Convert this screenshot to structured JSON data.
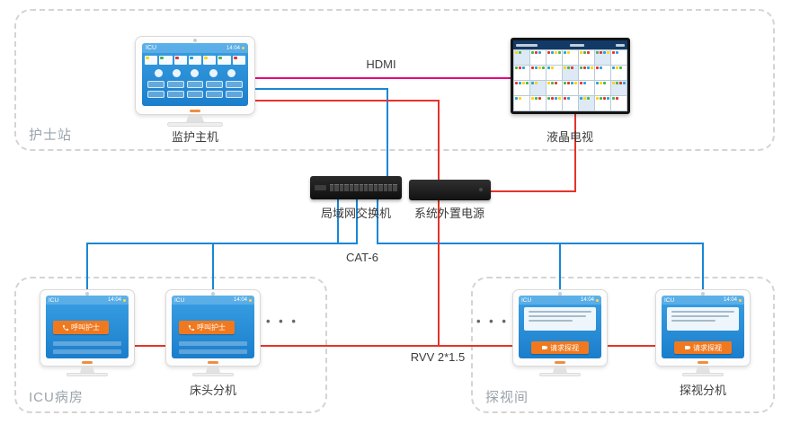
{
  "zones": {
    "nurse_station": "护士站",
    "icu_ward": "ICU病房",
    "visit_room": "探视间"
  },
  "devices": {
    "monitor_host_label": "监护主机",
    "tv_label": "液晶电视",
    "switch_label": "局域网交换机",
    "power_label": "系统外置电源",
    "bedside_label": "床头分机",
    "visitor_label": "探视分机"
  },
  "cables": {
    "hdmi": "HDMI",
    "cat6": "CAT-6",
    "rvv": "RVV 2*1.5"
  },
  "screens": {
    "host": {
      "title": "ICU",
      "time": "14:04"
    },
    "bedside": {
      "title": "ICU",
      "time": "14:04",
      "button": "呼叫护士"
    },
    "visitor": {
      "title": "ICU",
      "time": "14:04",
      "button": "请求探视"
    }
  },
  "ellipsis": "• • •",
  "colors": {
    "network": "#1887d6",
    "power": "#e63329",
    "hdmi": "#e4007f",
    "accent_orange": "#f0791f",
    "screen_top": "#3aa0e4",
    "screen_bottom": "#1b7ecb",
    "board_dots": [
      "#ffd400",
      "#45b54c",
      "#e8332a",
      "#2a9fd8"
    ]
  },
  "decor": {
    "host_cells": 7,
    "host_icons": 5,
    "host_buttons": 5,
    "tv_rows": 4,
    "tv_cols": 7,
    "switch_ports": 14
  }
}
